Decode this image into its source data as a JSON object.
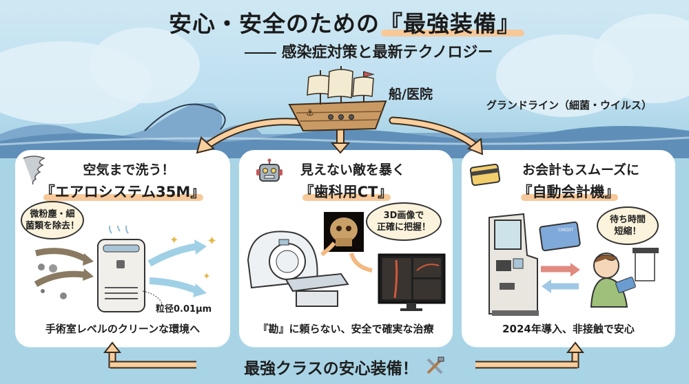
{
  "header": {
    "title_prefix": "安心・安全のための",
    "title_highlight": "『最強装備』",
    "subtitle": "感染症対策と最新テクノロジー"
  },
  "scene": {
    "ship_label": "船/医院",
    "sea_label": "グランドライン（細菌・ウイルス）"
  },
  "cards": [
    {
      "icon": "tornado-icon",
      "heading": "空気まで洗う！",
      "product": "『エアロシステム35M』",
      "bubble": "微粉塵・細\n菌類を除去！",
      "note": "粒径0.01μm",
      "footer": "手術室レベルのクリーンな環境へ"
    },
    {
      "icon": "robot-icon",
      "heading": "見えない敵を暴く",
      "product": "『歯科用CT』",
      "bubble": "3D画像で\n正確に把握！",
      "footer": "『勘』に頼らない、安全で確実な治療"
    },
    {
      "icon": "credit-card-icon",
      "heading": "お会計もスムーズに",
      "product": "『自動会計機』",
      "bubble": "待ち時間\n短縮！",
      "card_text": "CREDIT",
      "footer": "2024年導入、非接触で安心"
    }
  ],
  "footer": {
    "banner": "最強クラスの安心装備！",
    "icon": "tools-icon"
  },
  "colors": {
    "sky": "#cfe8f3",
    "sea": "#5f8fb8",
    "background": "#a9d4e6",
    "highlight": "#f7c99a",
    "arrow": "#f9cf9e",
    "card": "#ffffff"
  }
}
